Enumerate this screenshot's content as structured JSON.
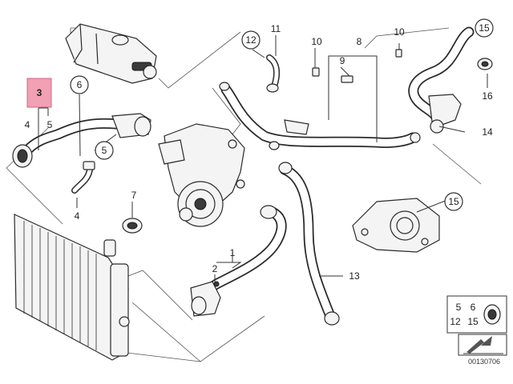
{
  "callouts": {
    "c1": "1",
    "c2": "2",
    "c3": "3",
    "c4a": "4",
    "c4b": "4",
    "c5a": "5",
    "c5b": "5",
    "c6": "6",
    "c7": "7",
    "c8": "8",
    "c9": "9",
    "c10a": "10",
    "c10b": "10",
    "c11": "11",
    "c12": "12",
    "c13": "13",
    "c14": "14",
    "c15a": "15",
    "c15b": "15",
    "c16": "16"
  },
  "legend": {
    "r1": "5",
    "r2": "6",
    "r3": "12",
    "r4": "15"
  },
  "ref_number": "00130706",
  "colors": {
    "highlight": "#f2a0b4",
    "line": "#2a2a2a",
    "legend_arrow": "#555555"
  }
}
